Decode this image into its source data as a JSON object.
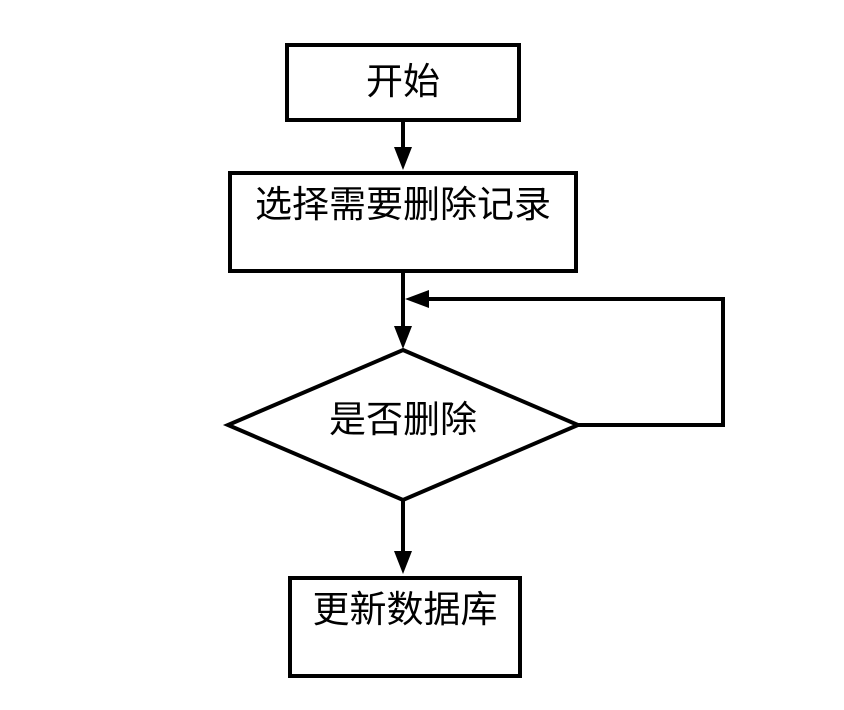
{
  "diagram": {
    "type": "flowchart",
    "background_color": "#ffffff",
    "stroke_color": "#000000",
    "text_color": "#000000",
    "nodes": {
      "start": {
        "shape": "rectangle",
        "label": "开始"
      },
      "select": {
        "shape": "rectangle",
        "label": "选择需要删除记录"
      },
      "decision": {
        "shape": "diamond",
        "label": "是否删除"
      },
      "update": {
        "shape": "rectangle",
        "label": "更新数据库"
      }
    },
    "edges": [
      {
        "from": "start",
        "to": "select",
        "style": "arrow-down"
      },
      {
        "from": "select",
        "to": "decision",
        "style": "arrow-down"
      },
      {
        "from": "decision",
        "to": "select-decision-connector",
        "style": "loop-back-right"
      },
      {
        "from": "decision",
        "to": "update",
        "style": "arrow-down"
      }
    ]
  }
}
